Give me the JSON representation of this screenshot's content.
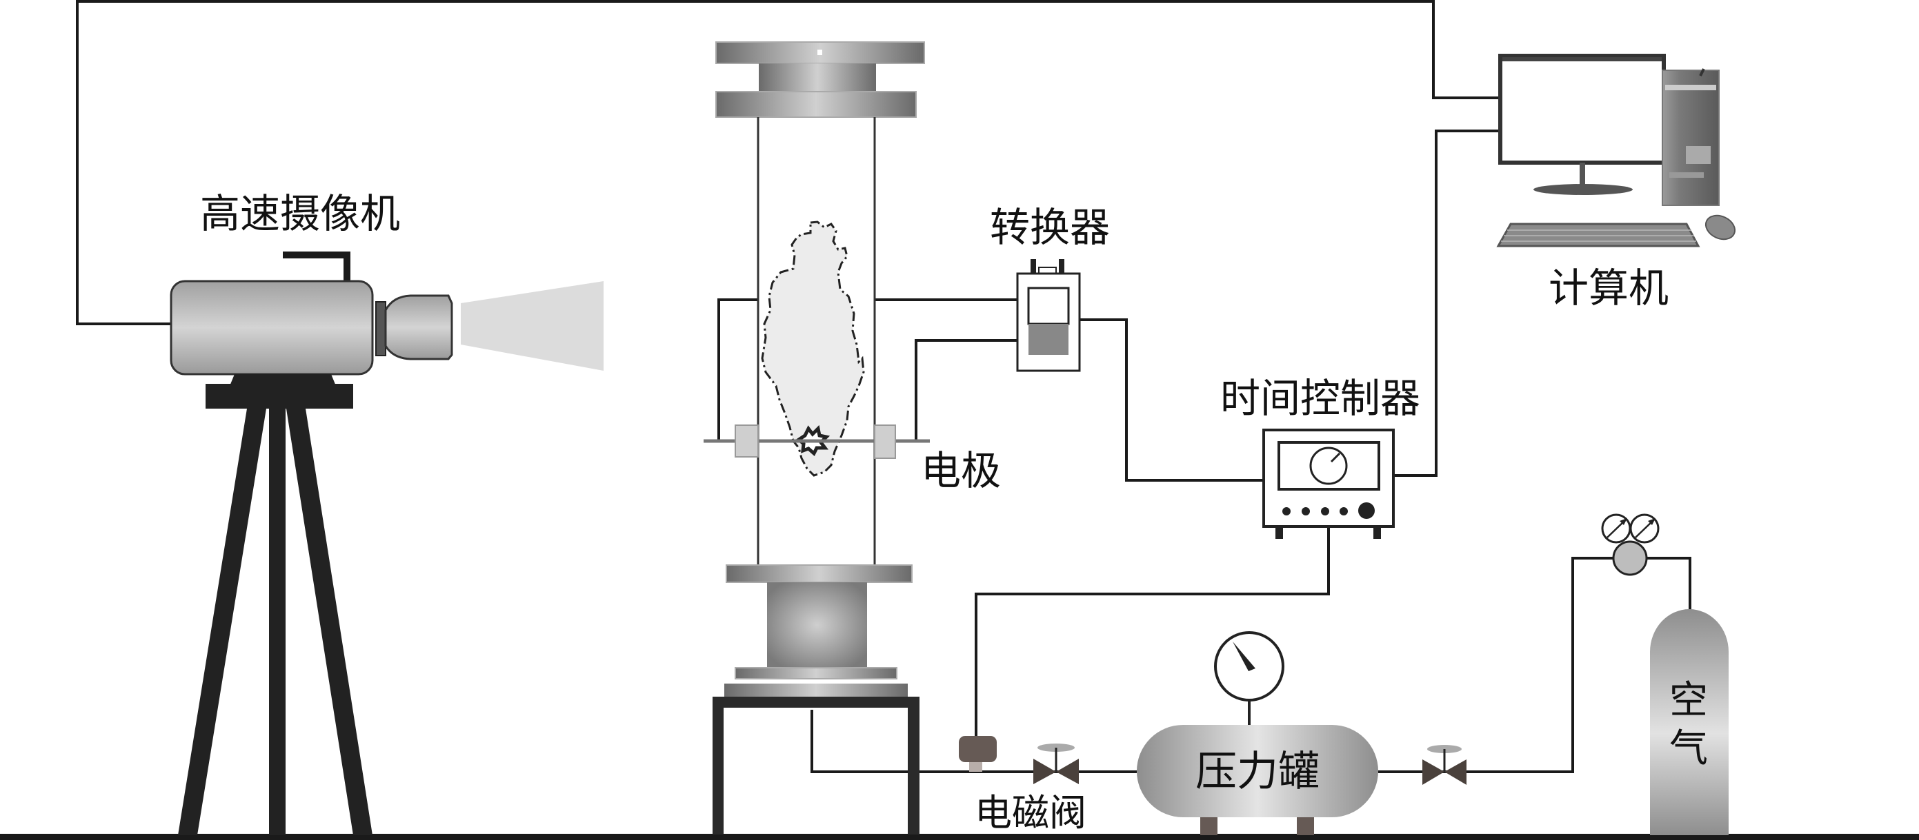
{
  "diagram": {
    "type": "experimental-apparatus-schematic",
    "labels": {
      "camera": "高速摄像机",
      "converter": "转换器",
      "computer": "计算机",
      "time_controller": "时间控制器",
      "electrode": "电极",
      "solenoid_valve": "电磁阀",
      "pressure_tank": "压力罐",
      "air_cylinder_line1": "空",
      "air_cylinder_line2": "气"
    },
    "colors": {
      "line": "#1a1a1a",
      "metal_dark": "#6e6e6e",
      "metal_light": "#d2d2d2",
      "valve": "#4a413c",
      "flame_fill": "#ececec",
      "light_beam": "#dcdcdc"
    },
    "components": [
      {
        "id": "camera",
        "label_key": "camera"
      },
      {
        "id": "tube",
        "label_key": null
      },
      {
        "id": "electrode",
        "label_key": "electrode"
      },
      {
        "id": "converter",
        "label_key": "converter"
      },
      {
        "id": "time-controller",
        "label_key": "time_controller"
      },
      {
        "id": "computer",
        "label_key": "computer"
      },
      {
        "id": "solenoid-valve",
        "label_key": "solenoid_valve"
      },
      {
        "id": "pressure-tank",
        "label_key": "pressure_tank"
      },
      {
        "id": "air-cylinder",
        "label_key": "air_cylinder_line1"
      }
    ]
  }
}
